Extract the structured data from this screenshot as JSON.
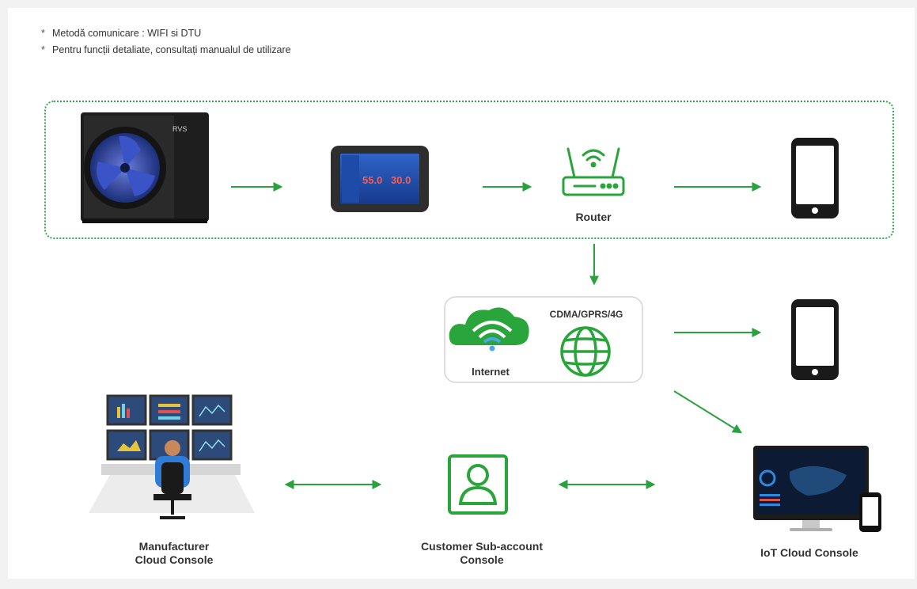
{
  "notes": [
    "Metodă comunicare : WIFI si DTU",
    "Pentru funcții detaliate, consultați manualul de utilizare"
  ],
  "note_bullet": "*",
  "device": {
    "brand_text": "RVS",
    "controller_temp_left": "55.0",
    "controller_temp_right": "30.0"
  },
  "labels": {
    "router": "Router",
    "network": "CDMA/GPRS/4G",
    "internet": "Internet",
    "manufacturer_line1": "Manufacturer",
    "manufacturer_line2": "Cloud Console",
    "customer_line1": "Customer Sub-account",
    "customer_line2": "Console",
    "iot": "IoT Cloud Console"
  },
  "colors": {
    "accent_green": "#2aa53b",
    "arrow_green": "#29a13d",
    "dark": "#1a1a1a"
  },
  "icons": [
    "heat-pump-unit",
    "controller-panel",
    "router-icon",
    "smartphone-icon",
    "cloud-wifi-icon",
    "globe-icon",
    "control-room-illustration",
    "user-account-icon",
    "monitor-dashboard-icon"
  ]
}
